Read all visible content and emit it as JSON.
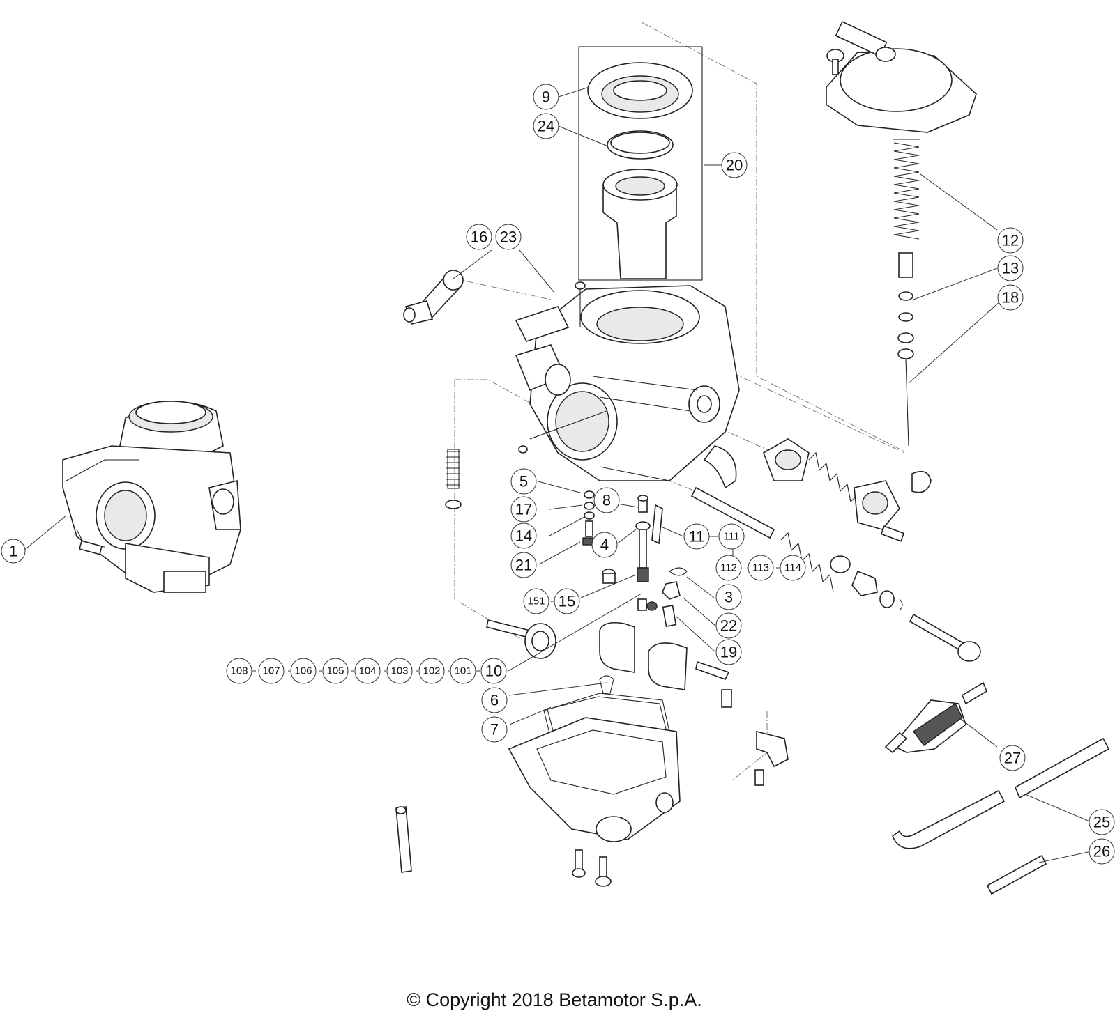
{
  "copyright": "© Copyright 2018 Betamotor S.p.A.",
  "callouts": {
    "c1": "1",
    "c3": "3",
    "c4": "4",
    "c5": "5",
    "c6": "6",
    "c7": "7",
    "c8": "8",
    "c9": "9",
    "c10": "10",
    "c11": "11",
    "c12": "12",
    "c13": "13",
    "c14": "14",
    "c15": "15",
    "c16": "16",
    "c17": "17",
    "c18": "18",
    "c19": "19",
    "c20": "20",
    "c21": "21",
    "c22": "22",
    "c23": "23",
    "c24": "24",
    "c25": "25",
    "c26": "26",
    "c27": "27",
    "c101": "101",
    "c102": "102",
    "c103": "103",
    "c104": "104",
    "c105": "105",
    "c106": "106",
    "c107": "107",
    "c108": "108",
    "c111": "111",
    "c112": "112",
    "c113": "113",
    "c114": "114",
    "c151": "151"
  }
}
